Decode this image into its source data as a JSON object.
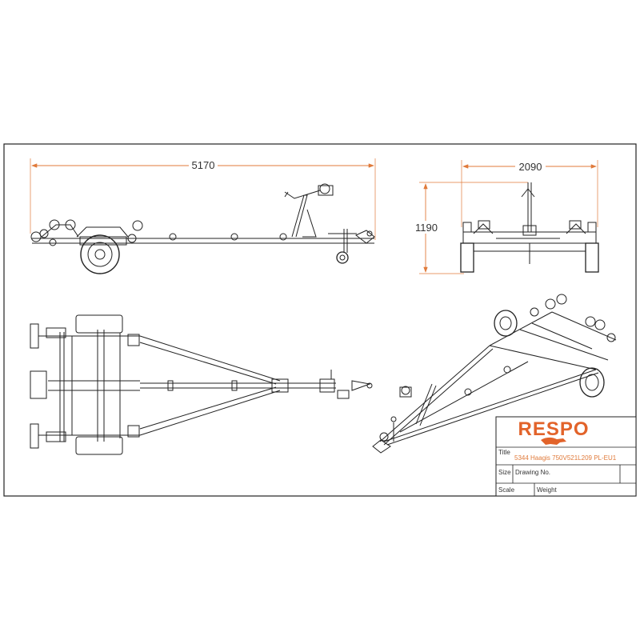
{
  "dimensions": {
    "overall_length": "5170",
    "overall_width": "2090",
    "overall_height": "1190"
  },
  "title_block": {
    "brand": "RESPO",
    "title_label": "Title",
    "title_value": "5344 Haagis 750V521L209 PL-EU1",
    "size_label": "Size",
    "drawing_no_label": "Drawing No.",
    "scale_label": "Scale",
    "weight_label": "Weight"
  },
  "colors": {
    "dimension": "#e07a3a",
    "brand": "#e2632a",
    "line": "#222222",
    "title_value": "#e07a3a"
  }
}
